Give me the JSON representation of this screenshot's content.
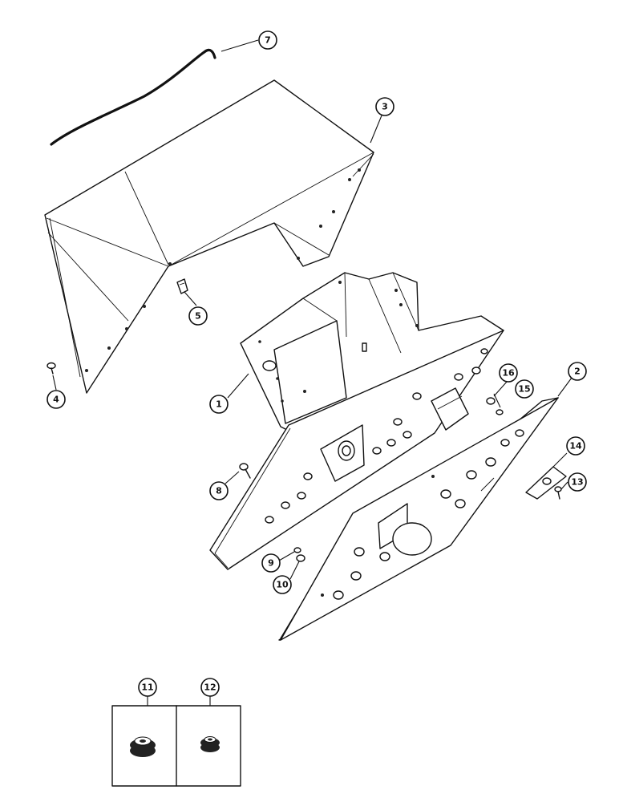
{
  "callouts": [
    {
      "id": "c1",
      "label": "1"
    },
    {
      "id": "c2",
      "label": "2"
    },
    {
      "id": "c3",
      "label": "3"
    },
    {
      "id": "c4",
      "label": "4"
    },
    {
      "id": "c5",
      "label": "5"
    },
    {
      "id": "c7",
      "label": "7"
    },
    {
      "id": "c8",
      "label": "8"
    },
    {
      "id": "c9",
      "label": "9"
    },
    {
      "id": "c10",
      "label": "10"
    },
    {
      "id": "c11",
      "label": "11"
    },
    {
      "id": "c12",
      "label": "12"
    },
    {
      "id": "c13",
      "label": "13"
    },
    {
      "id": "c14",
      "label": "14"
    },
    {
      "id": "c15",
      "label": "15"
    },
    {
      "id": "c16",
      "label": "16"
    }
  ],
  "colors": {
    "ink": "#111111",
    "paper": "#ffffff"
  }
}
